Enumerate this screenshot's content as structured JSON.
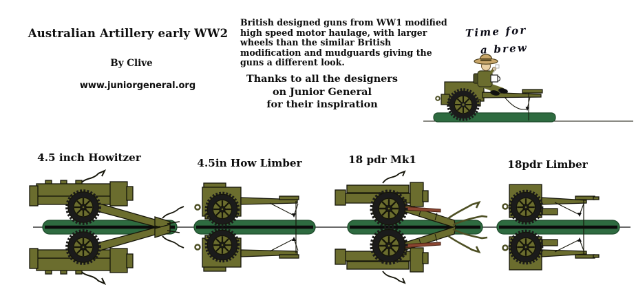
{
  "header": {
    "title": "Australian Artillery early WW2",
    "byline": "By Clive",
    "website": "www.juniorgeneral.org"
  },
  "intro": {
    "lines": [
      "British designed guns from WW1 modified",
      "high speed motor haulage, with larger",
      "wheels than the similar British",
      "modification and mudguards giving the",
      "guns a different look."
    ]
  },
  "thanks": {
    "lines": [
      "Thanks to all the designers",
      "on Junior General",
      "for their inspiration"
    ]
  },
  "cartoon": {
    "caption_line1": "Time for",
    "caption_line2": "a brew"
  },
  "figures": [
    {
      "label": "4.5 inch Howitzer"
    },
    {
      "label": "4.5in How Limber"
    },
    {
      "label": "18 pdr Mk1"
    },
    {
      "label": "18pdr Limber"
    }
  ],
  "colors": {
    "gun_olive": "#6b6d2e",
    "gun_olive_dark": "#4d4f24",
    "base_green": "#2e6b40",
    "base_green_dark": "#1d4a2a",
    "tire_black": "#1b1b1b",
    "rammer_red": "#8a4631",
    "hat_tan": "#c9a76a",
    "skin": "#e9cfa2"
  }
}
